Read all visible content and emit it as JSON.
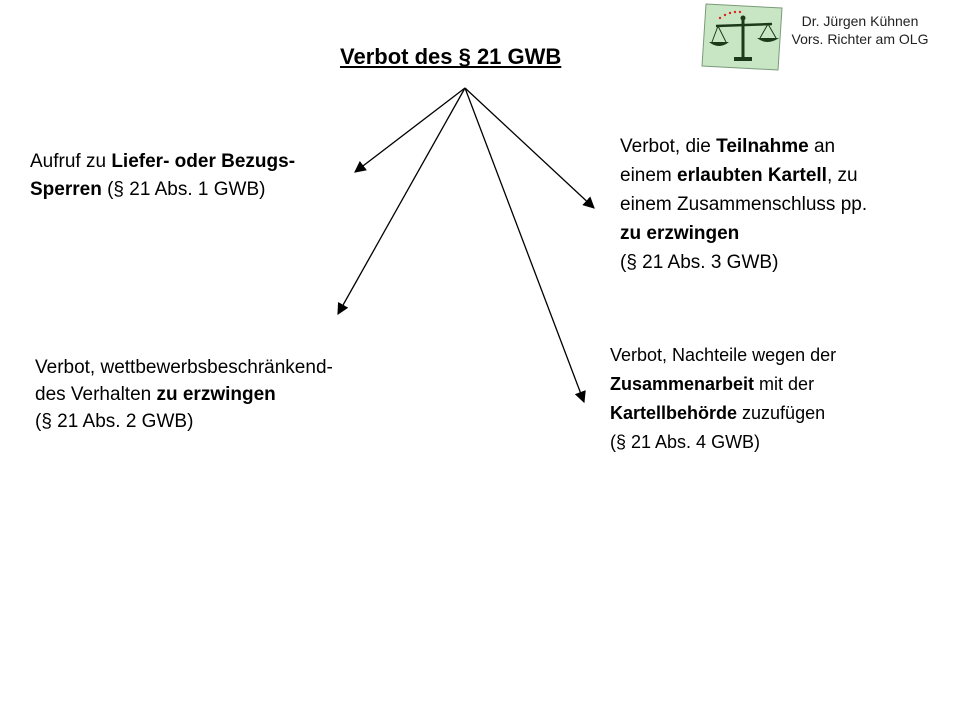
{
  "title": "Verbot des § 21 GWB",
  "author": {
    "name": "Dr. Jürgen Kühnen",
    "position": "Vors. Richter am OLG"
  },
  "logo_icon": "scales-of-justice-icon",
  "colors": {
    "logo_background": "#c8e6c3",
    "logo_scale": "#1a3a1a",
    "stars": "#d22"
  },
  "boxes": {
    "b1": {
      "t1": "Aufruf zu ",
      "t2": "Liefer- oder Bezugs-",
      "t3": "Sperren",
      "t4": " (§ 21 Abs. 1 GWB)"
    },
    "b2": {
      "t1": "Verbot, wettbewerbsbeschränkend-",
      "t2": "des Verhalten ",
      "t3": "zu erzwingen",
      "t4": "(§ 21 Abs. 2 GWB)"
    },
    "b3": {
      "t1": "Verbot, die ",
      "t2": "Teilnahme",
      "t3": " an",
      "t4": "einem ",
      "t5": "erlaubten Kartell",
      "t6": ", zu",
      "t7": "einem Zusammenschluss pp.",
      "t8": "zu erzwingen",
      "t9": "(§ 21 Abs. 3 GWB)"
    },
    "b4": {
      "t1": "Verbot, Nachteile wegen der",
      "t2": "Zusammenarbeit",
      "t3": " mit der",
      "t4": "Kartellbehörde",
      "t5": " zuzufügen",
      "t6": "(§ 21 Abs. 4 GWB)"
    }
  }
}
